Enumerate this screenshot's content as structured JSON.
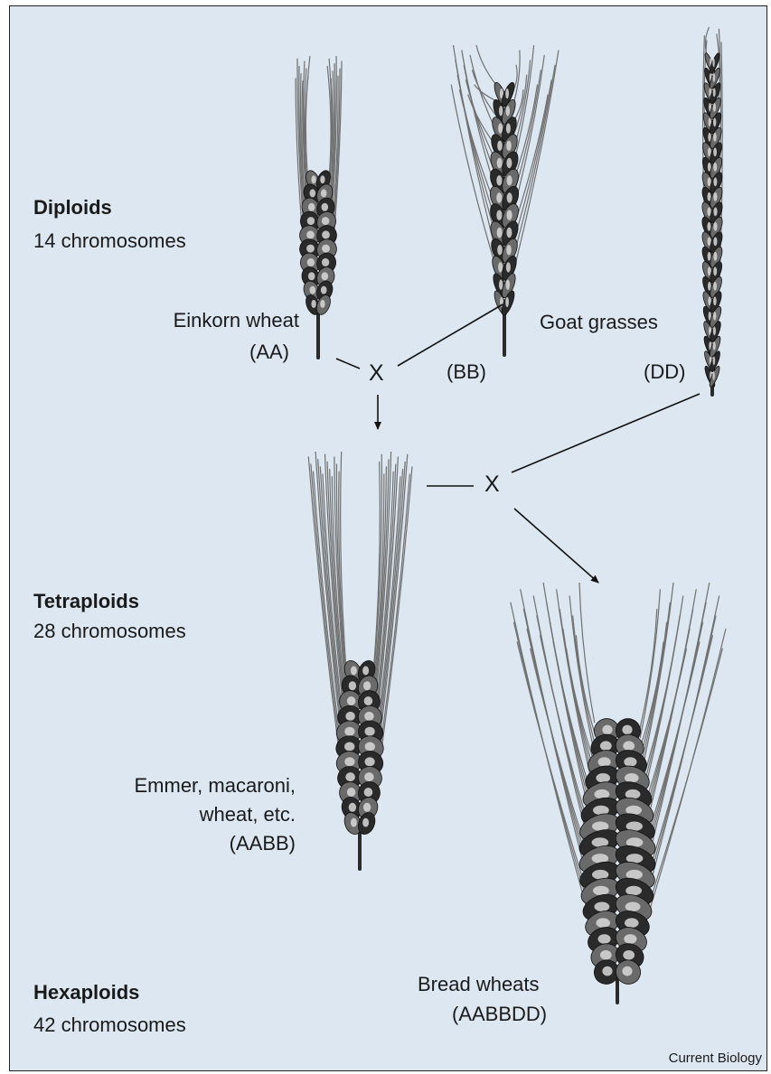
{
  "levels": {
    "diploids": {
      "heading": "Diploids",
      "count": "14 chromosomes"
    },
    "tetraploids": {
      "heading": "Tetraploids",
      "count": "28 chromosomes"
    },
    "hexaploids": {
      "heading": "Hexaploids",
      "count": "42 chromosomes"
    }
  },
  "species": {
    "einkorn": {
      "name": "Einkorn wheat",
      "genome": "(AA)"
    },
    "bb": {
      "genome": "(BB)"
    },
    "goat": {
      "name": "Goat grasses",
      "genome": "(DD)"
    },
    "emmer": {
      "line1": "Emmer, macaroni,",
      "line2": "wheat, etc.",
      "genome": "(AABB)"
    },
    "bread": {
      "name": "Bread wheats",
      "genome": "(AABBDD)"
    }
  },
  "cross_symbol": "X",
  "credit": "Current Biology",
  "colors": {
    "background": "#dde7f1",
    "awn": "#707070",
    "grain_dark": "#2a2a2a",
    "grain_light": "#d8d8d8",
    "line": "#111111"
  }
}
